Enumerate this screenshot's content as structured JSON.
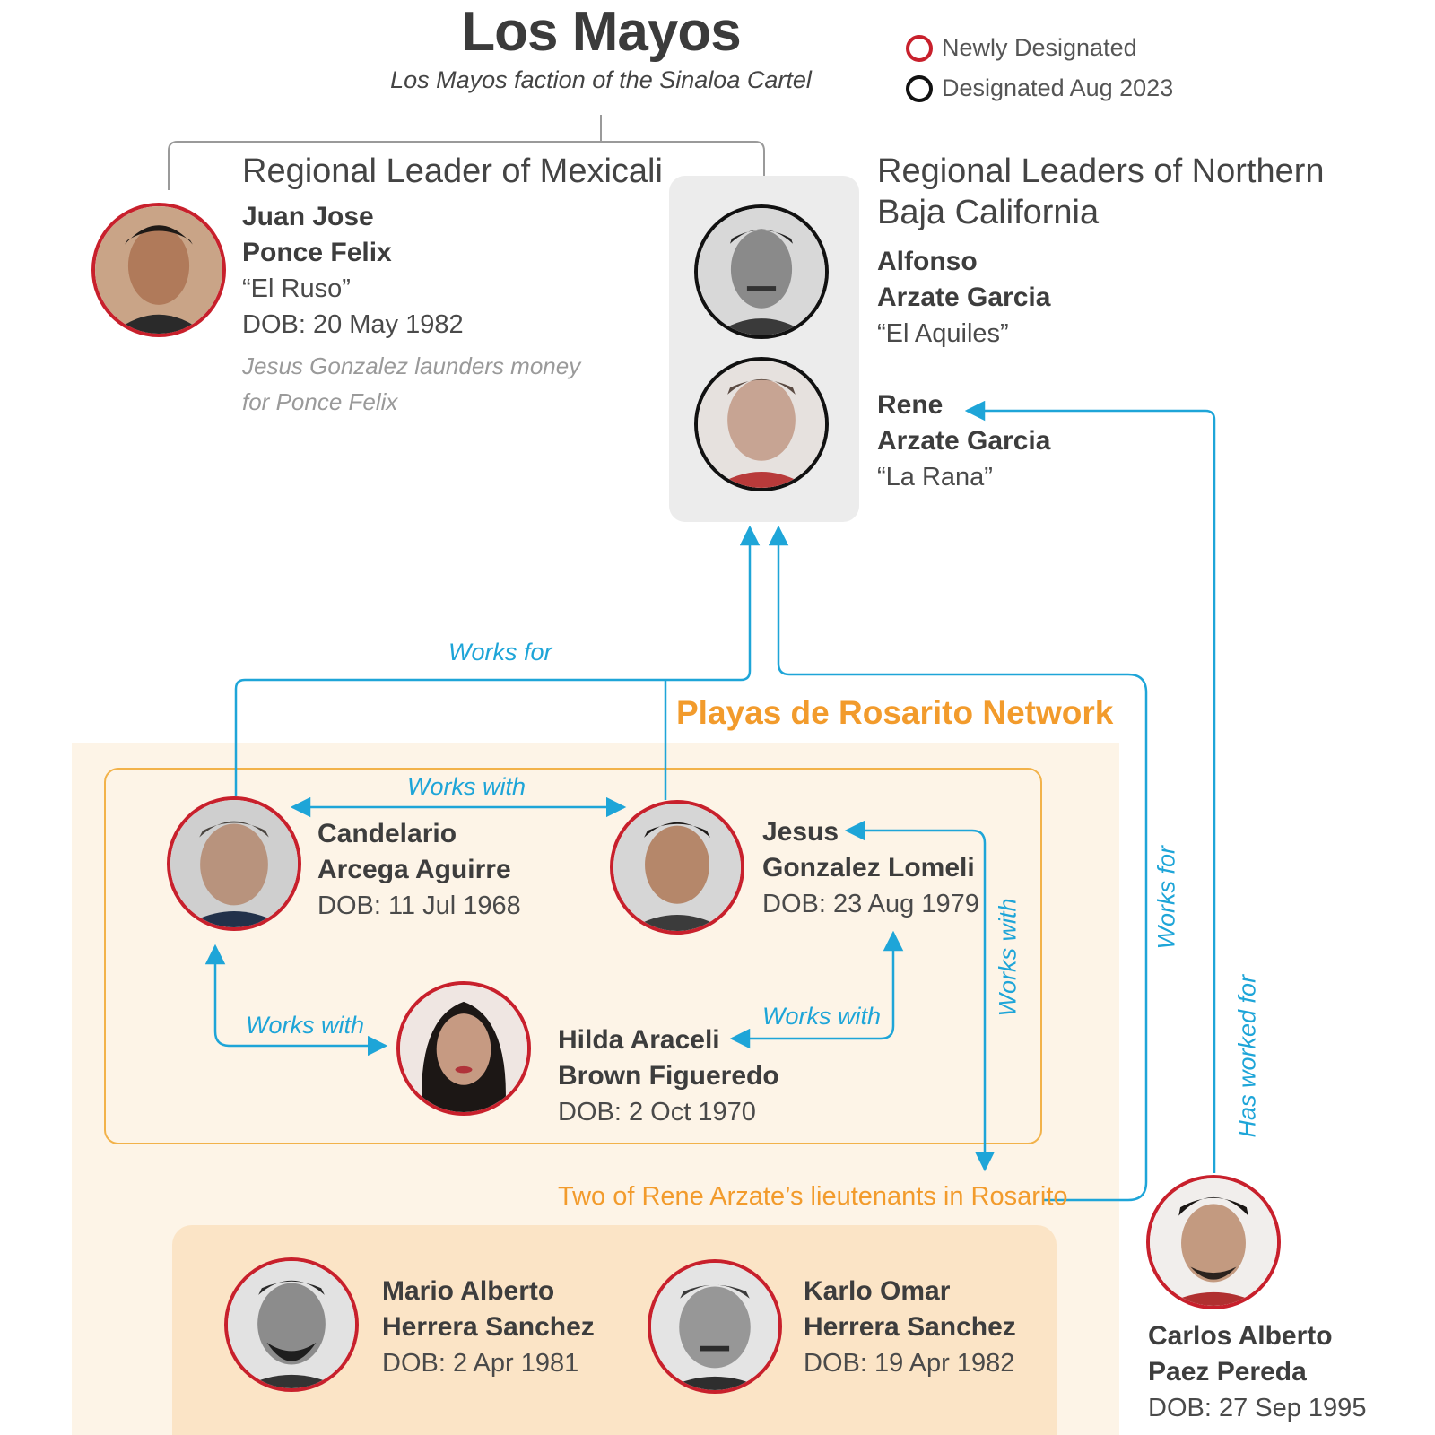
{
  "title": "Los Mayos",
  "subtitle": "Los Mayos faction of the Sinaloa Cartel",
  "legend": {
    "newly": "Newly Designated",
    "aug2023": "Designated Aug 2023",
    "colors": {
      "newly": "#c8202c",
      "aug2023": "#111111"
    }
  },
  "mexicali": {
    "heading": "Regional Leader of Mexicali",
    "name1": "Juan Jose",
    "name2": "Ponce Felix",
    "alias": "“El Ruso”",
    "dob": "DOB: 20 May 1982",
    "note1": "Jesus Gonzalez launders money",
    "note2": "for Ponce Felix"
  },
  "northern": {
    "heading1": "Regional Leaders of Northern",
    "heading2": "Baja California",
    "alfonso": {
      "name1": "Alfonso",
      "name2": "Arzate Garcia",
      "alias": "“El Aquiles”"
    },
    "rene": {
      "name1": "Rene",
      "name2": "Arzate Garcia",
      "alias": "“La Rana”"
    }
  },
  "network": {
    "title": "Playas de Rosarito Network",
    "candelario": {
      "name1": "Candelario",
      "name2": "Arcega Aguirre",
      "dob": "DOB: 11 Jul 1968"
    },
    "jesus": {
      "name1": "Jesus",
      "name2": "Gonzalez Lomeli",
      "dob": "DOB: 23 Aug 1979"
    },
    "hilda": {
      "name1": "Hilda Araceli",
      "name2": "Brown Figueredo",
      "dob": "DOB: 2 Oct 1970"
    },
    "lieutenants_label": "Two of Rene Arzate’s lieutenants in Rosarito",
    "mario": {
      "name1": "Mario Alberto",
      "name2": "Herrera Sanchez",
      "dob": "DOB: 2 Apr 1981"
    },
    "karlo": {
      "name1": "Karlo Omar",
      "name2": "Herrera Sanchez",
      "dob": "DOB: 19 Apr 1982"
    }
  },
  "carlos": {
    "name1": "Carlos Alberto",
    "name2": "Paez Pereda",
    "dob": "DOB: 27 Sep 1995"
  },
  "relations": {
    "works_for": "Works for",
    "works_with": "Works with",
    "has_worked_for": "Has worked for"
  },
  "colors": {
    "arrow": "#1ea5d8",
    "network_accent": "#f29b2c",
    "newly_ring": "#c8202c"
  }
}
